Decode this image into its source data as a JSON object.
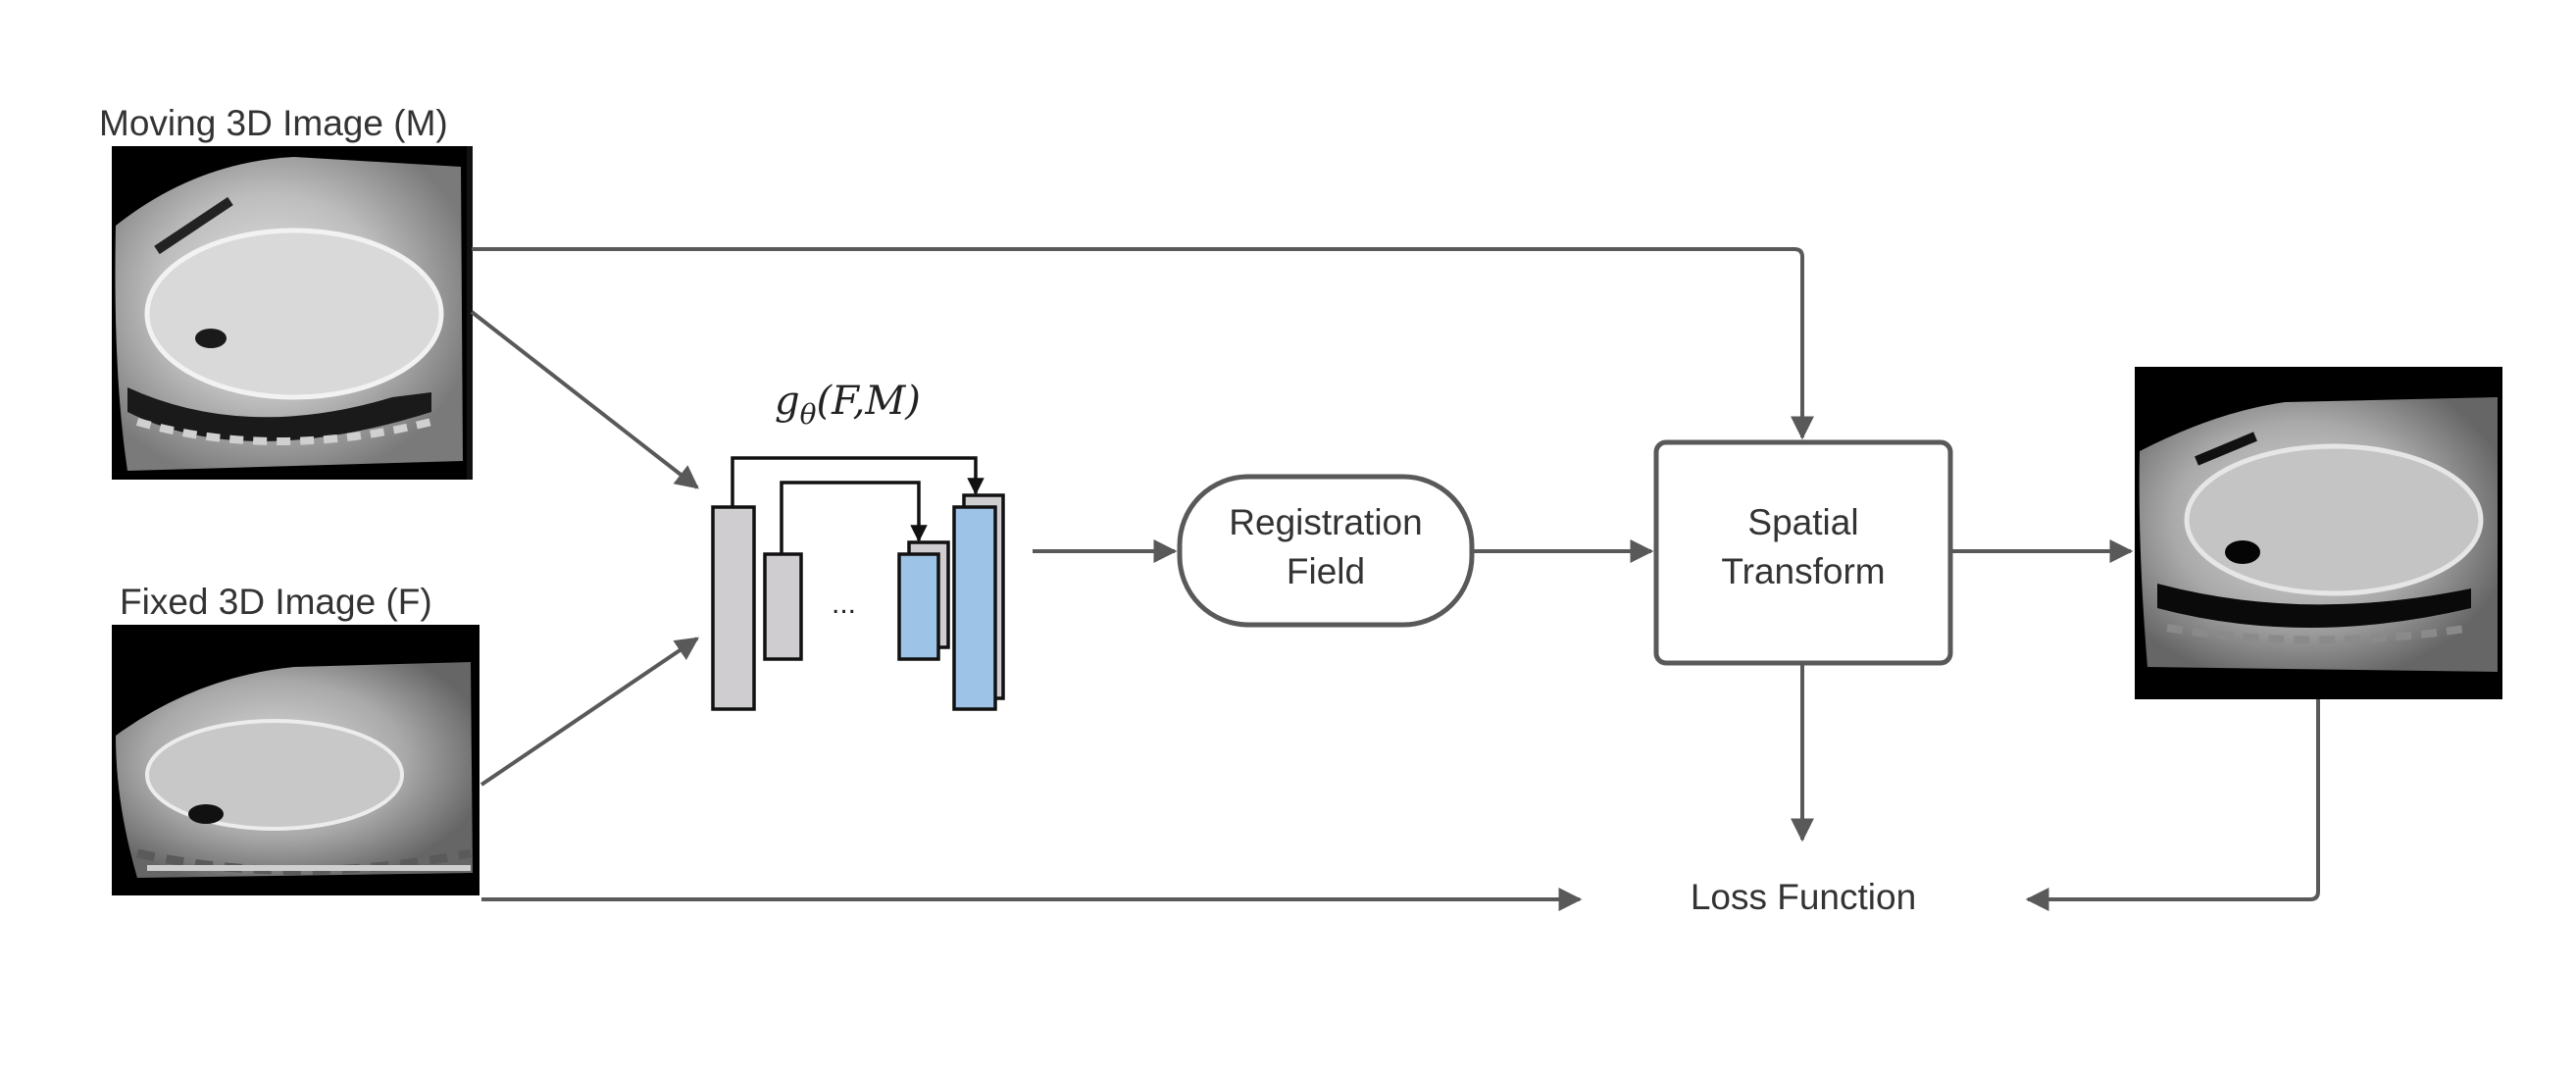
{
  "inputs": {
    "moving": {
      "label": "Moving 3D Image (M)",
      "kind": "mri-sagittal-slice"
    },
    "fixed": {
      "label": "Fixed 3D Image (F)",
      "kind": "mri-sagittal-slice"
    }
  },
  "network": {
    "label_fn": "g",
    "label_sub": "θ",
    "label_args": "(F,M)",
    "ellipsis": "...",
    "encoder_color": "#cfcdcf",
    "decoder_color": "#9dc3e6"
  },
  "nodes": {
    "registration_field": {
      "line1": "Registration",
      "line2": "Field"
    },
    "spatial_transform": {
      "line1": "Spatial",
      "line2": "Transform"
    },
    "loss": {
      "label": "Loss Function"
    },
    "output": {
      "kind": "mri-sagittal-slice",
      "label": ""
    }
  },
  "colors": {
    "line": "#595959",
    "text": "#333333",
    "node_border": "#595959"
  }
}
